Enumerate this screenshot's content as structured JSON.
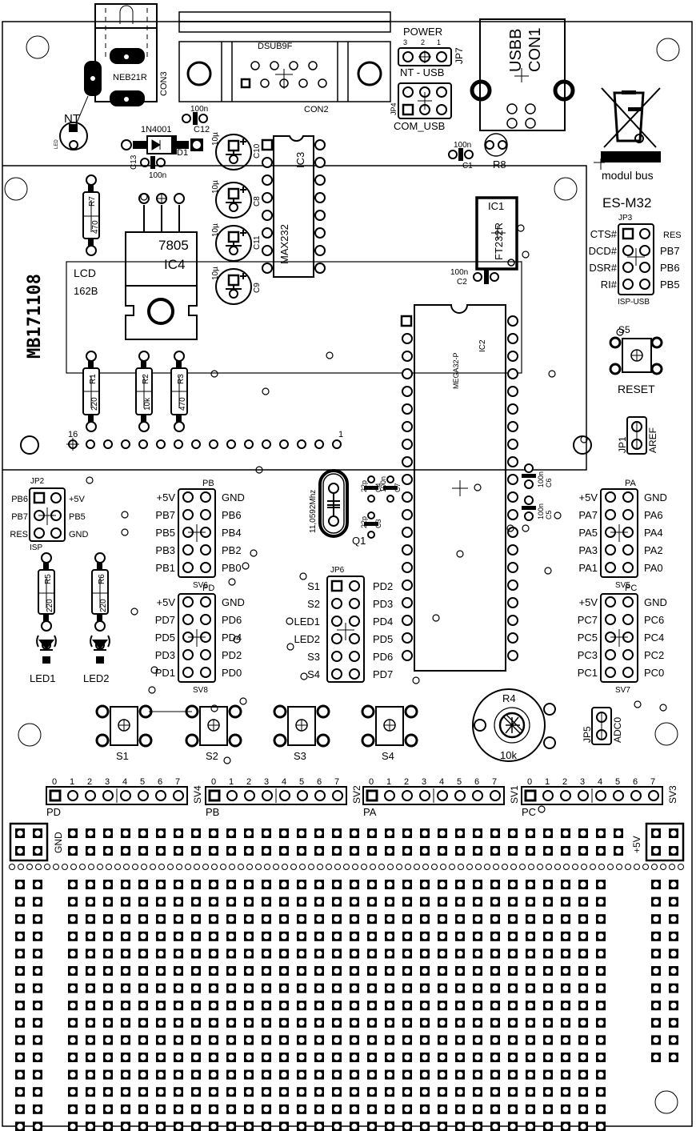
{
  "board": {
    "name": "ES-M32",
    "serial": "MB171108",
    "modul_bus_label": "modul bus",
    "weee_icon": "crossed-bin-icon"
  },
  "top_connectors": {
    "power_jack": {
      "ref": "CON3",
      "part": "NEB21R"
    },
    "dsub": {
      "ref": "CON2",
      "part": "DSUB9F"
    },
    "usb": {
      "ref": "CON1",
      "part": "USBB"
    },
    "jp7": {
      "ref": "JP7",
      "title": "POWER",
      "pins": [
        "3",
        "2",
        "1"
      ],
      "sub": "NT - USB"
    },
    "jp4": {
      "ref": "JP4",
      "sub": "COM_USB"
    }
  },
  "power_section": {
    "nt_led": {
      "ref": "NT",
      "tag": "LED"
    },
    "diode": {
      "ref": "D1",
      "part": "1N4001"
    },
    "c12": {
      "ref": "C12",
      "value": "100n"
    },
    "c13": {
      "ref": "C13",
      "value": "100n"
    },
    "c1": {
      "ref": "C1",
      "value": "100n"
    },
    "r8": {
      "ref": "R8"
    },
    "regulator": {
      "ref": "IC4",
      "part": "7805"
    },
    "r7": {
      "ref": "R7",
      "value": "470"
    }
  },
  "max232": {
    "ref": "IC3",
    "part": "MAX232",
    "caps": [
      {
        "ref": "C10",
        "value": "10µ"
      },
      {
        "ref": "C8",
        "value": "10µ"
      },
      {
        "ref": "C11",
        "value": "10µ"
      },
      {
        "ref": "C9",
        "value": "10µ"
      }
    ]
  },
  "lcd": {
    "label": "LCD",
    "part": "162B",
    "pin_first": "16",
    "pin_last": "1",
    "resistors": [
      {
        "ref": "R1",
        "value": "220"
      },
      {
        "ref": "R2",
        "value": "10k"
      },
      {
        "ref": "R3",
        "value": "470"
      }
    ]
  },
  "ft232": {
    "ref": "IC1",
    "part": "FT232R",
    "cap": {
      "ref": "C2",
      "value": "100n"
    }
  },
  "jp3": {
    "ref": "JP3",
    "bottom": "ISP-USB",
    "left": [
      "CTS#",
      "DCD#",
      "DSR#",
      "RI#"
    ],
    "right": [
      "RES",
      "PB7",
      "PB6",
      "PB5"
    ]
  },
  "reset": {
    "ref": "S5",
    "label": "RESET"
  },
  "jp1": {
    "ref": "JP1",
    "label": "AREF"
  },
  "mcu": {
    "ref": "IC2",
    "part": "MEGA32-P"
  },
  "crystal": {
    "ref": "Q1",
    "freq": "11,0592Mhz",
    "caps": [
      {
        "ref": "C4",
        "value": "22p"
      },
      {
        "ref": "C3",
        "value": "22p"
      },
      {
        "ref": "C7",
        "value": "100n"
      },
      {
        "ref": "C6",
        "value": "100n"
      },
      {
        "ref": "C5",
        "value": "100n"
      }
    ]
  },
  "jp2": {
    "ref": "JP2",
    "bottom": "ISP",
    "left": [
      "PB6",
      "PB7",
      "RES"
    ],
    "right": [
      "+5V",
      "PB5",
      "GND"
    ]
  },
  "leds": [
    {
      "ref": "LED1",
      "res": "R5",
      "value": "220"
    },
    {
      "ref": "LED2",
      "res": "R6",
      "value": "220"
    }
  ],
  "headers": [
    {
      "id": "pb",
      "title": "PB",
      "ref": "SV6",
      "left": [
        "+5V",
        "PB7",
        "PB5",
        "PB3",
        "PB1"
      ],
      "right": [
        "GND",
        "PB6",
        "PB4",
        "PB2",
        "PB0"
      ]
    },
    {
      "id": "pd",
      "title": "PD",
      "ref": "SV8",
      "left": [
        "+5V",
        "PD7",
        "PD5",
        "PD3",
        "PD1"
      ],
      "right": [
        "GND",
        "PD6",
        "PD4",
        "PD2",
        "PD0"
      ]
    },
    {
      "id": "pa",
      "title": "PA",
      "ref": "SV5",
      "left": [
        "+5V",
        "PA7",
        "PA5",
        "PA3",
        "PA1"
      ],
      "right": [
        "GND",
        "PA6",
        "PA4",
        "PA2",
        "PA0"
      ]
    },
    {
      "id": "pc",
      "title": "PC",
      "ref": "SV7",
      "left": [
        "+5V",
        "PC7",
        "PC5",
        "PC3",
        "PC1"
      ],
      "right": [
        "GND",
        "PC6",
        "PC4",
        "PC2",
        "PC0"
      ]
    }
  ],
  "jp6": {
    "ref": "JP6",
    "left": [
      "S1",
      "S2",
      "LED1",
      "LED2",
      "S3",
      "S4"
    ],
    "right": [
      "PD2",
      "PD3",
      "PD4",
      "PD5",
      "PD6",
      "PD7"
    ]
  },
  "buttons": [
    "S1",
    "S2",
    "S3",
    "S4"
  ],
  "pot": {
    "ref": "R4",
    "value": "10k"
  },
  "jp5": {
    "ref": "JP5",
    "label": "ADC0"
  },
  "port_strips": [
    {
      "port": "PD",
      "ref": "SV4"
    },
    {
      "port": "PB",
      "ref": "SV2"
    },
    {
      "port": "PA",
      "ref": "SV1"
    },
    {
      "port": "PC",
      "ref": "SV3"
    }
  ],
  "strip_pins": [
    "0",
    "1",
    "2",
    "3",
    "4",
    "5",
    "6",
    "7"
  ],
  "rails": {
    "gnd": "GND",
    "vcc": "+5V"
  }
}
